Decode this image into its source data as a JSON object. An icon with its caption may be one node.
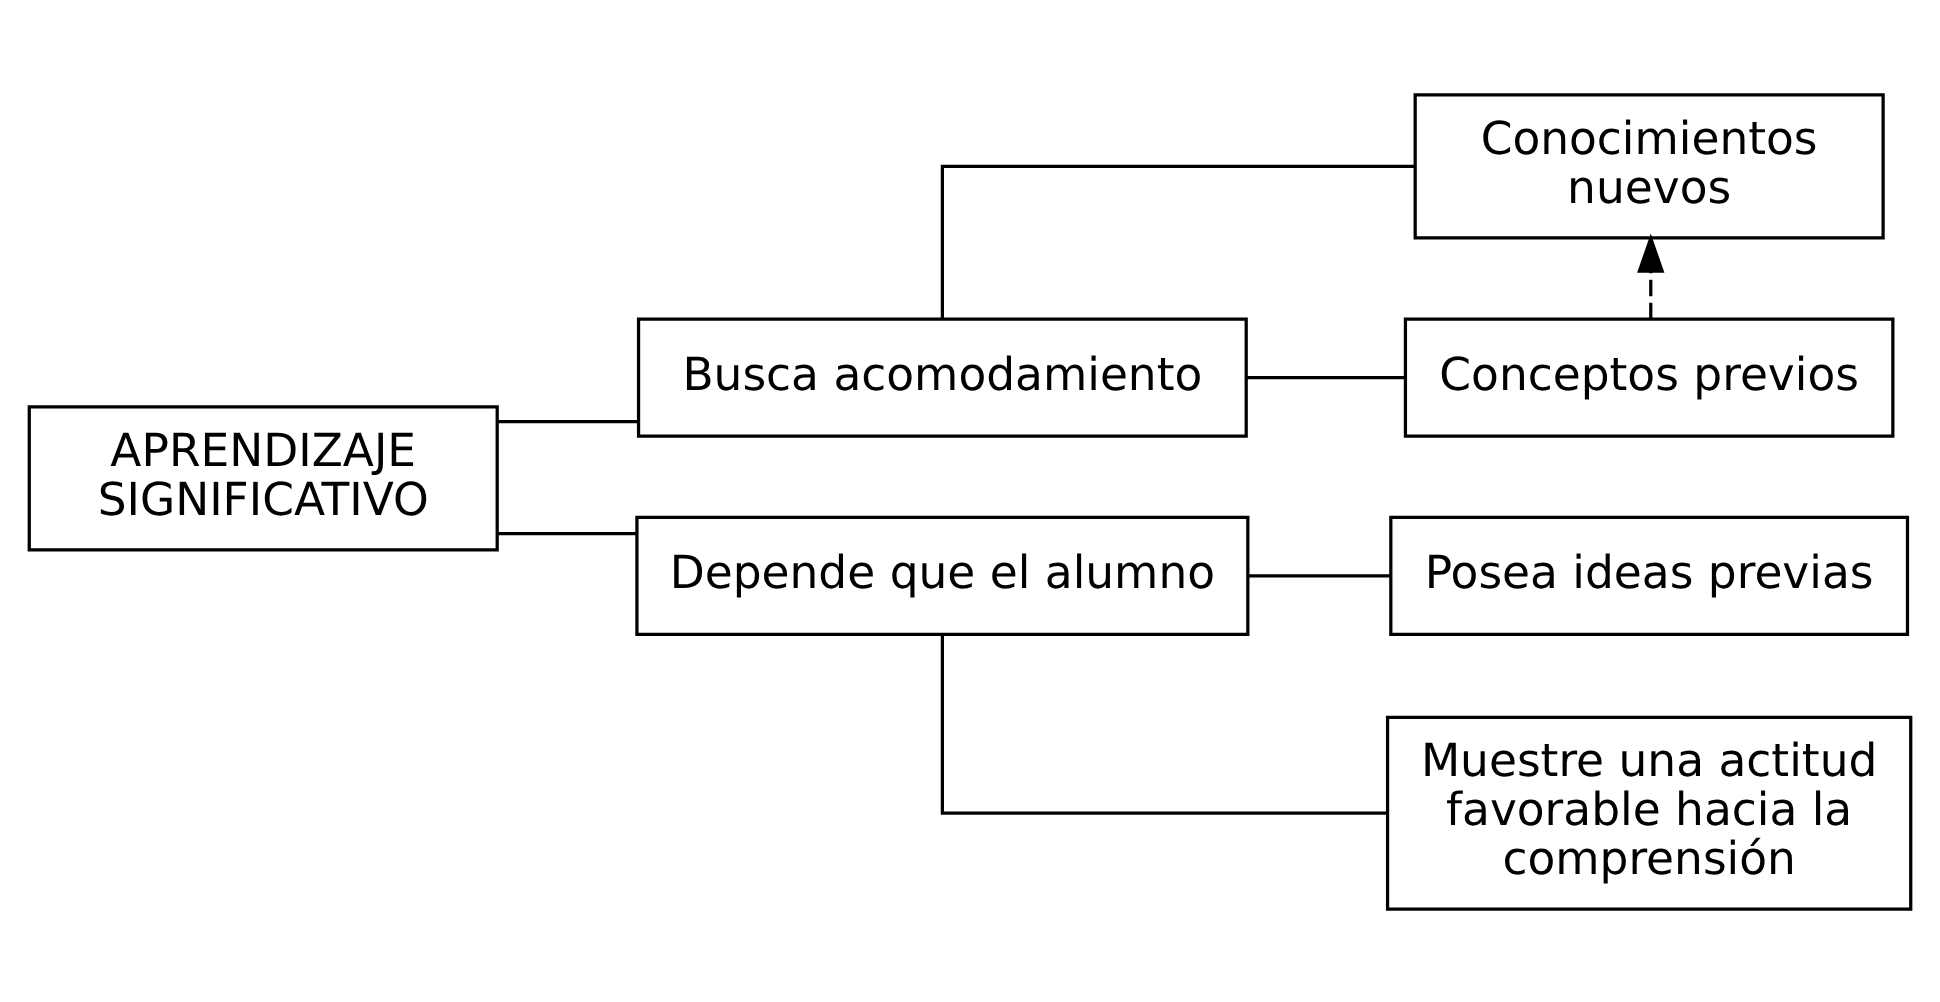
{
  "diagram": {
    "nodes": [
      {
        "text": [
          "APRENDIZAJE SIGNIFICATIVO"
        ]
      },
      {
        "text": [
          "Busca acomodamiento"
        ]
      },
      {
        "text": [
          "Conocimientos nuevos"
        ]
      },
      {
        "text": [
          "Conceptos previos"
        ]
      },
      {
        "text": [
          "Depende que el alumno"
        ]
      },
      {
        "text": [
          "Posea ideas previas"
        ]
      },
      {
        "text": [
          "Muestre una actitud favorable hacia la comprensión"
        ]
      }
    ],
    "edges": [
      {
        "from": 0,
        "to": 1,
        "arrow": "none"
      },
      {
        "from": 0,
        "to": 4,
        "arrow": "none"
      },
      {
        "from": 1,
        "to": 2,
        "arrow": "none"
      },
      {
        "from": 1,
        "to": 3,
        "arrow": "none"
      },
      {
        "from": 3,
        "to": 2,
        "arrow": "to",
        "style": "dashed"
      },
      {
        "from": 4,
        "to": 5,
        "arrow": "none"
      },
      {
        "from": 4,
        "to": 6,
        "arrow": "none"
      }
    ]
  }
}
